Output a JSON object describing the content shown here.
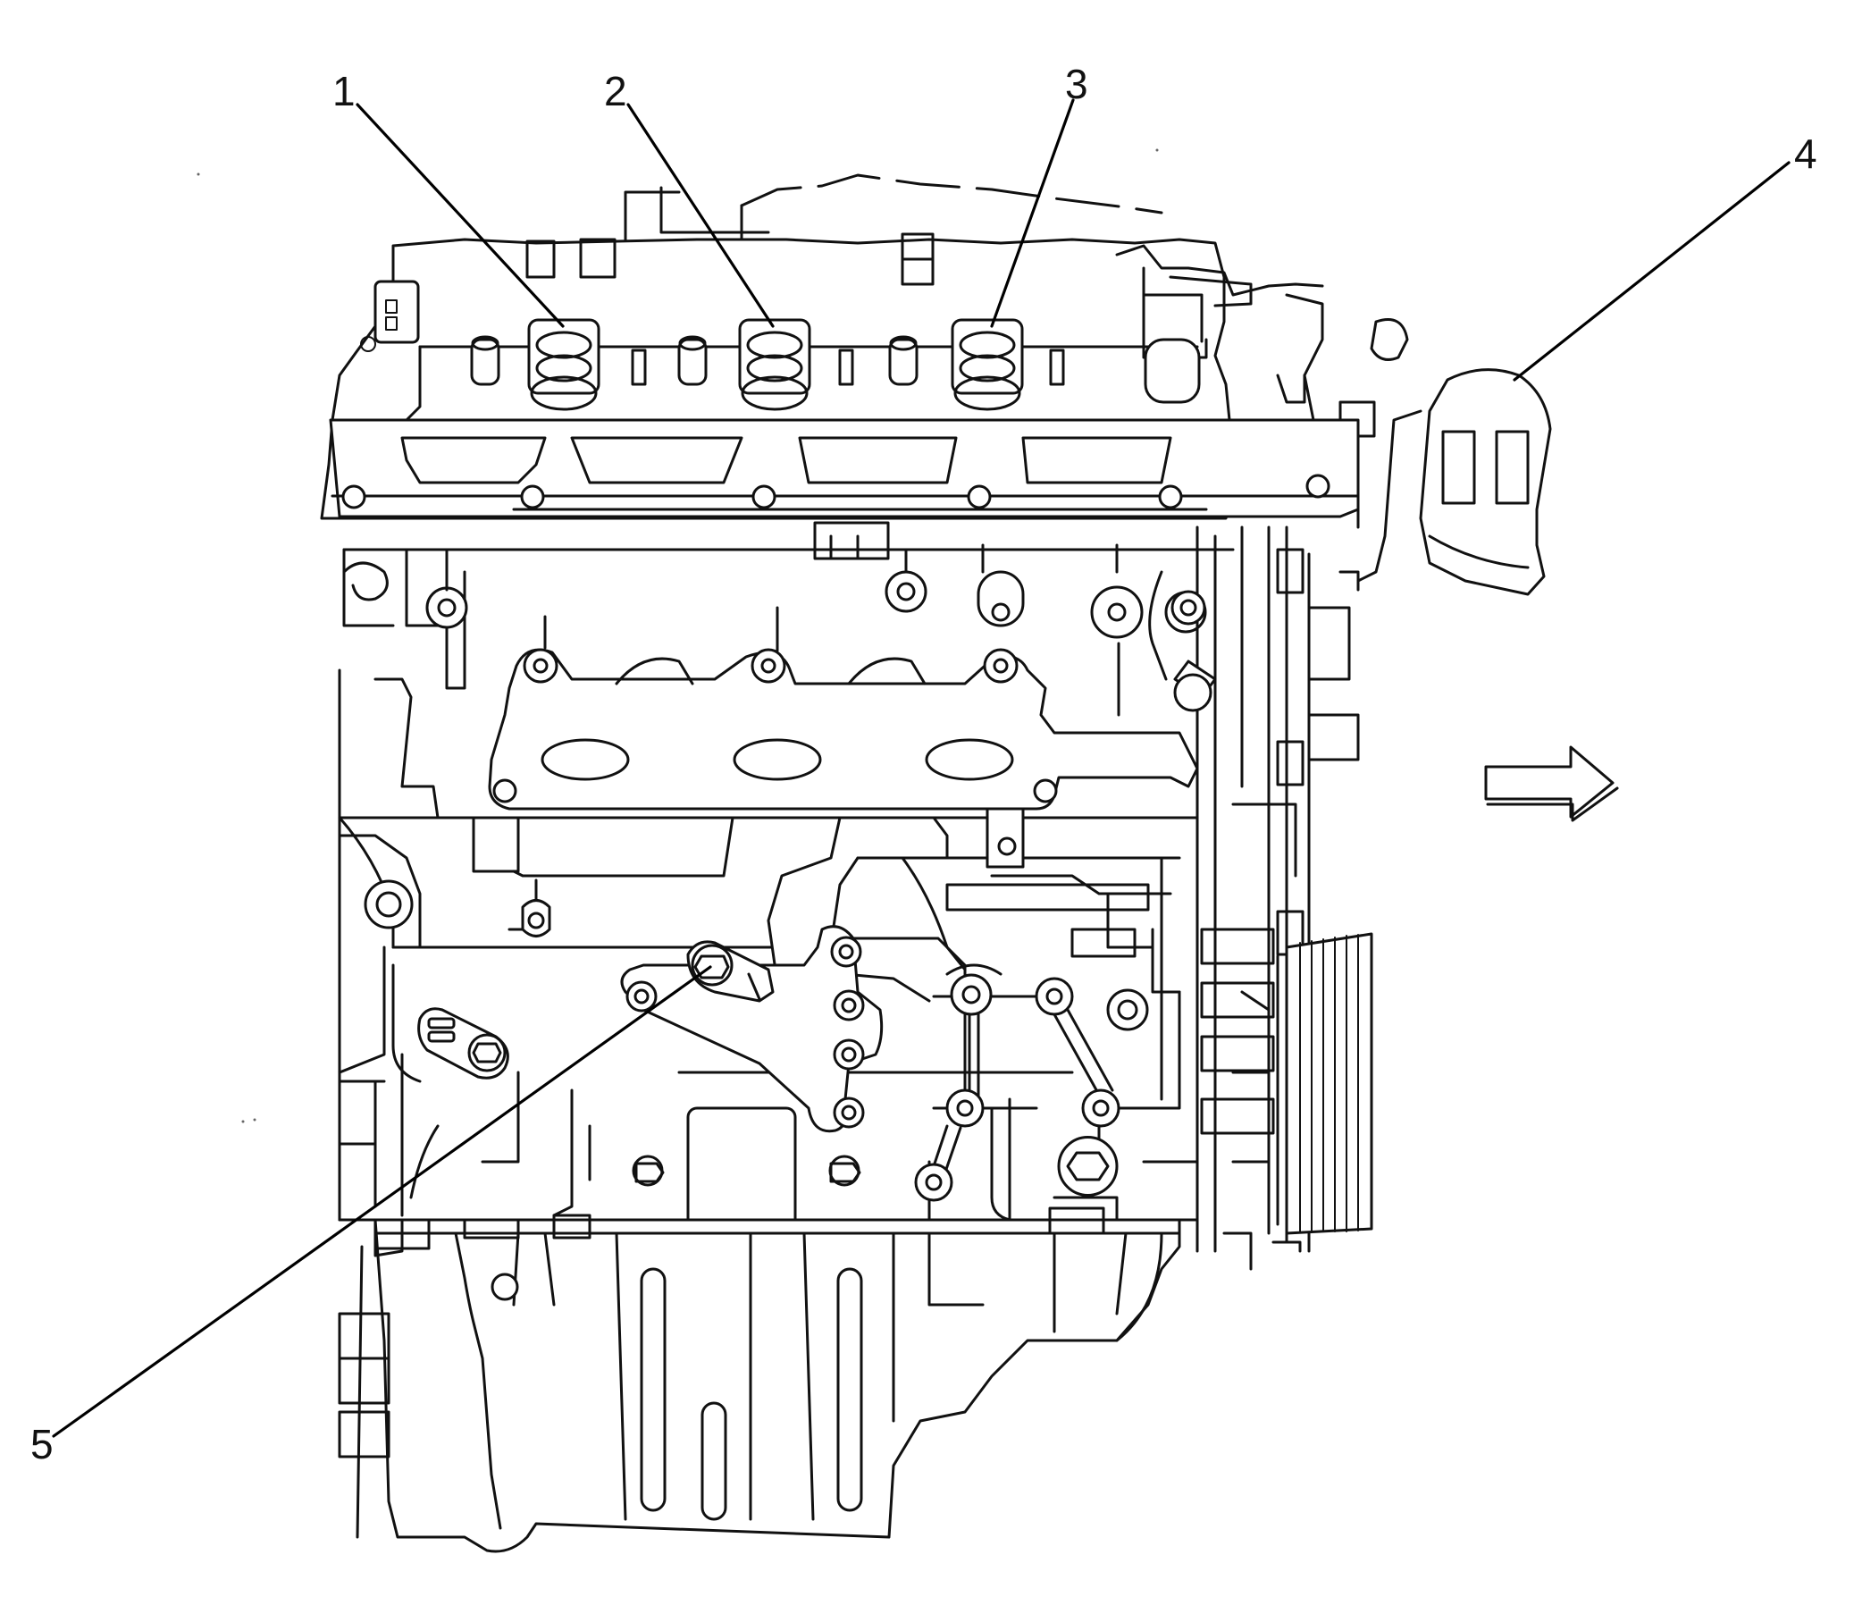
{
  "diagram": {
    "callouts": [
      {
        "id": "1",
        "label": "1"
      },
      {
        "id": "2",
        "label": "2"
      },
      {
        "id": "3",
        "label": "3"
      },
      {
        "id": "4",
        "label": "4"
      },
      {
        "id": "5",
        "label": "5"
      }
    ],
    "icons": {
      "direction_arrow": "right-arrow-icon"
    },
    "colors": {
      "line": "#111111",
      "background": "#ffffff"
    }
  }
}
